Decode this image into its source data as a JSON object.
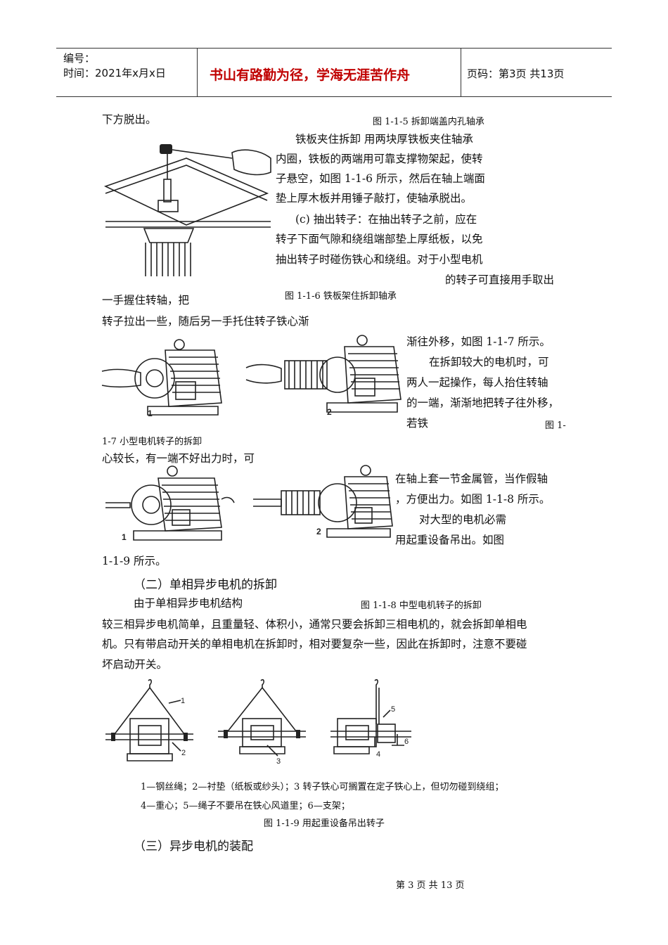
{
  "header": {
    "number_label": "编号：",
    "time_label": "时间：2021年x月x日",
    "motto": "书山有路勤为径，学海无涯苦作舟",
    "page_label": "页码：第3页  共13页"
  },
  "lines": {
    "l1": "下方脱出。",
    "cap115": "图 1-1-5  拆卸端盖内孔轴承",
    "l2": "铁板夹住拆卸    用两块厚铁板夹住轴承",
    "l3": "内圈，铁板的两端用可靠支撑物架起，使转",
    "l4": "子悬空，如图 1-1-6 所示，然后在轴上端面",
    "l5": "垫上厚木板并用锤子敲打，使轴承脱出。",
    "l6": "(c)  抽出转子：在抽出转子之前，应在",
    "l7": "转子下面气隙和绕组端部垫上厚纸板，以免",
    "l8": "抽出转子时碰伤铁心和绕组。对于小型电机",
    "l9": "的转子可直接用手取出",
    "cap116": "图 1-1-6  铁板架住拆卸轴承",
    "l10": "一手握住转轴，把",
    "l11": "转子拉出一些，随后另一手托住转子铁心渐",
    "l12": "渐往外移，如图 1-1-7 所示。",
    "l13": "在拆卸较大的电机时，可",
    "l14": "两人一起操作，每人抬住转轴",
    "l15": "的一端，渐渐地把转子往外移，",
    "l16": "若铁",
    "l16b": "图 1-",
    "cap117": "1-7 小型电机转子的拆卸",
    "l17": "心较长，有一端不好出力时，可",
    "l18": "在轴上套一节金属管，当作假轴",
    "l19": "，方便出力。如图 1-1-8 所示。",
    "l20": "对大型的电机必需",
    "l21": "用起重设备吊出。如图",
    "l22": "1-1-9 所示。",
    "sec2": "（二）单相异步电机的拆卸",
    "l23": "由于单相异步电机结构",
    "cap118": "图 1-1-8 中型电机转子的拆卸",
    "l24": "较三相异步电机简单，且重量轻、体积小，通常只要会拆卸三相电机的，就会拆卸单相电",
    "l25": "机。只有带启动开关的单相电机在拆卸时，相对要复杂一些，因此在拆卸时，注意不要碰",
    "l26": "坏启动开关。",
    "legend1": "1—钢丝绳；2—衬垫（纸板或纱头）；3 转子铁心可搁置在定子铁心上，但切勿碰到绕组；",
    "legend2": "4—重心；5—绳子不要吊在铁心风道里；6—支架；",
    "cap119": "图 1-1-9 用起重设备吊出转子",
    "sec3": "（三）异步电机的装配"
  },
  "figure_labels": {
    "f117_1": "1",
    "f117_2": "2",
    "f118_1": "1",
    "f118_2": "2",
    "f119_1": "1",
    "f119_2": "2",
    "f119_3": "3",
    "f119_4": "4",
    "f119_5": "5",
    "f119_6": "6"
  },
  "footer": {
    "page": "第 3 页  共 13 页"
  }
}
